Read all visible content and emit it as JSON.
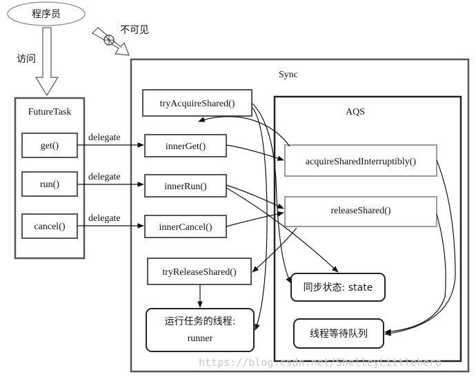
{
  "actor": {
    "label": "程序员"
  },
  "access_label": "访问",
  "invisible_label": "不可见",
  "futuretask": {
    "title": "FutureTask",
    "methods": [
      "get()",
      "run()",
      "cancel()"
    ]
  },
  "delegate_label": "delegate",
  "sync": {
    "title": "Sync",
    "methods": {
      "try_acquire_shared": "tryAcquireShared()",
      "inner_get": "innerGet()",
      "inner_run": "innerRun()",
      "inner_cancel": "innerCancel()",
      "try_release_shared": "tryReleaseShared()",
      "runner_line1": "运行任务的线程:",
      "runner_line2": "runner"
    }
  },
  "aqs": {
    "title": "AQS",
    "methods": {
      "acquire_shared_interruptibly": "acquireSharedInterruptibly()",
      "release_shared": "releaseShared()",
      "state": "同步状态: state",
      "queue": "线程等待队列"
    }
  },
  "watermark": "https://blog.csdn.net/ShelleyLittlehero",
  "colors": {
    "stroke": "#3a3a3a",
    "gray_stroke": "#9a9a9a",
    "watermark": "#c8c8c8"
  }
}
